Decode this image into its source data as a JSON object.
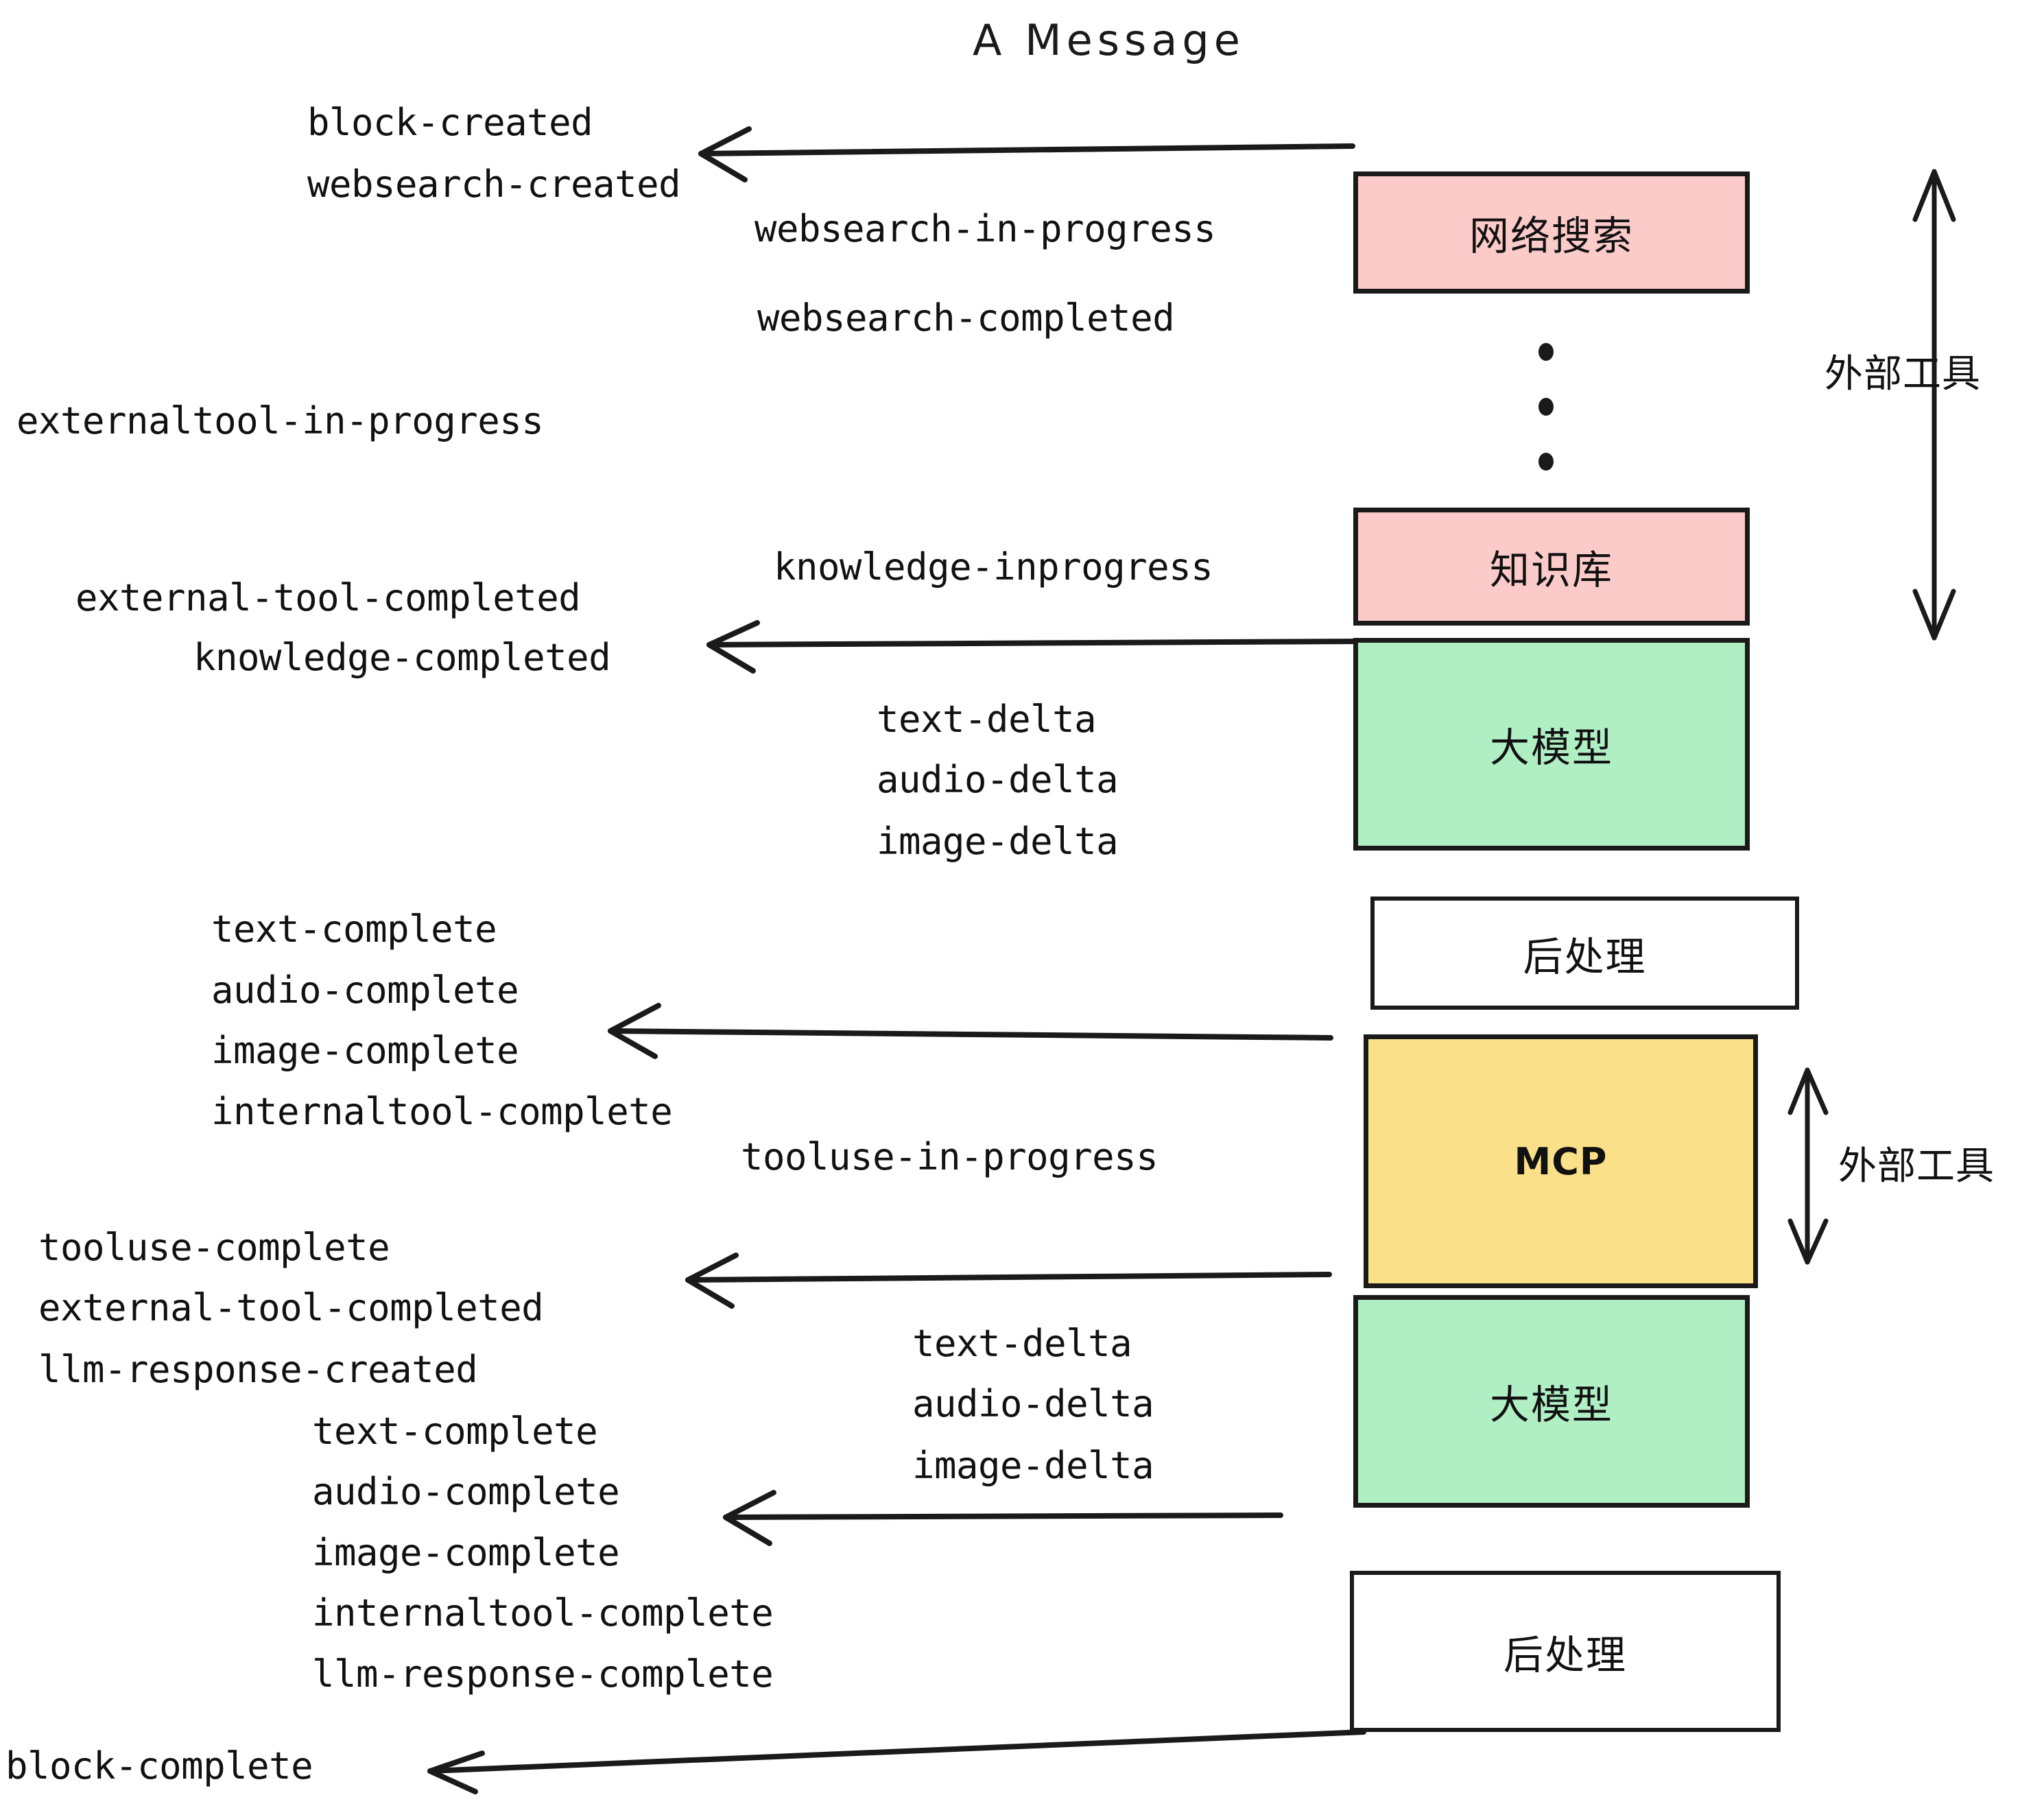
{
  "title": "A Message",
  "nodes": [
    {
      "id": "websearch",
      "label": "网络搜索",
      "color": "#fbcbc9",
      "kind": "pink"
    },
    {
      "id": "knowledge",
      "label": "知识库",
      "color": "#fbcbc9",
      "kind": "pink"
    },
    {
      "id": "llm-1",
      "label": "大模型",
      "color": "#b0eec4",
      "kind": "green"
    },
    {
      "id": "postproc-1",
      "label": "后处理",
      "color": "#ffffff",
      "kind": "white"
    },
    {
      "id": "mcp",
      "label": "MCP",
      "color": "#fbe08a",
      "kind": "yellow"
    },
    {
      "id": "llm-2",
      "label": "大模型",
      "color": "#b0eec4",
      "kind": "green"
    },
    {
      "id": "postproc-2",
      "label": "后处理",
      "color": "#ffffff",
      "kind": "white"
    }
  ],
  "side_labels": [
    {
      "id": "external-tools-top",
      "label": "外部工具"
    },
    {
      "id": "external-tools-bottom",
      "label": "外部工具"
    }
  ],
  "events": [
    {
      "id": "block-created",
      "text": "block-created"
    },
    {
      "id": "websearch-created",
      "text": "websearch-created"
    },
    {
      "id": "websearch-in-progress",
      "text": "websearch-in-progress"
    },
    {
      "id": "websearch-completed",
      "text": "websearch-completed"
    },
    {
      "id": "externaltool-in-progress",
      "text": "externaltool-in-progress"
    },
    {
      "id": "knowledge-inprogress",
      "text": "knowledge-inprogress"
    },
    {
      "id": "external-tool-completed-1",
      "text": "external-tool-completed"
    },
    {
      "id": "knowledge-completed",
      "text": "knowledge-completed"
    },
    {
      "id": "text-delta-1",
      "text": "text-delta"
    },
    {
      "id": "audio-delta-1",
      "text": "audio-delta"
    },
    {
      "id": "image-delta-1",
      "text": "image-delta"
    },
    {
      "id": "text-complete-1",
      "text": "text-complete"
    },
    {
      "id": "audio-complete-1",
      "text": "audio-complete"
    },
    {
      "id": "image-complete-1",
      "text": "image-complete"
    },
    {
      "id": "internaltool-complete-1",
      "text": "internaltool-complete"
    },
    {
      "id": "tooluse-in-progress",
      "text": "tooluse-in-progress"
    },
    {
      "id": "tooluse-complete",
      "text": "tooluse-complete"
    },
    {
      "id": "external-tool-completed-2",
      "text": "external-tool-completed"
    },
    {
      "id": "llm-response-created",
      "text": "llm-response-created"
    },
    {
      "id": "text-delta-2",
      "text": "text-delta"
    },
    {
      "id": "audio-delta-2",
      "text": "audio-delta"
    },
    {
      "id": "image-delta-2",
      "text": "image-delta"
    },
    {
      "id": "text-complete-2",
      "text": "text-complete"
    },
    {
      "id": "audio-complete-2",
      "text": "audio-complete"
    },
    {
      "id": "image-complete-2",
      "text": "image-complete"
    },
    {
      "id": "internaltool-complete-2",
      "text": "internaltool-complete"
    },
    {
      "id": "llm-response-complete",
      "text": "llm-response-complete"
    },
    {
      "id": "block-complete",
      "text": "block-complete"
    }
  ],
  "colors": {
    "pink": "#fbcbc9",
    "green": "#b0eec4",
    "yellow": "#fbe08a",
    "white": "#ffffff",
    "stroke": "#1a1a1a",
    "background": "#ffffff"
  }
}
